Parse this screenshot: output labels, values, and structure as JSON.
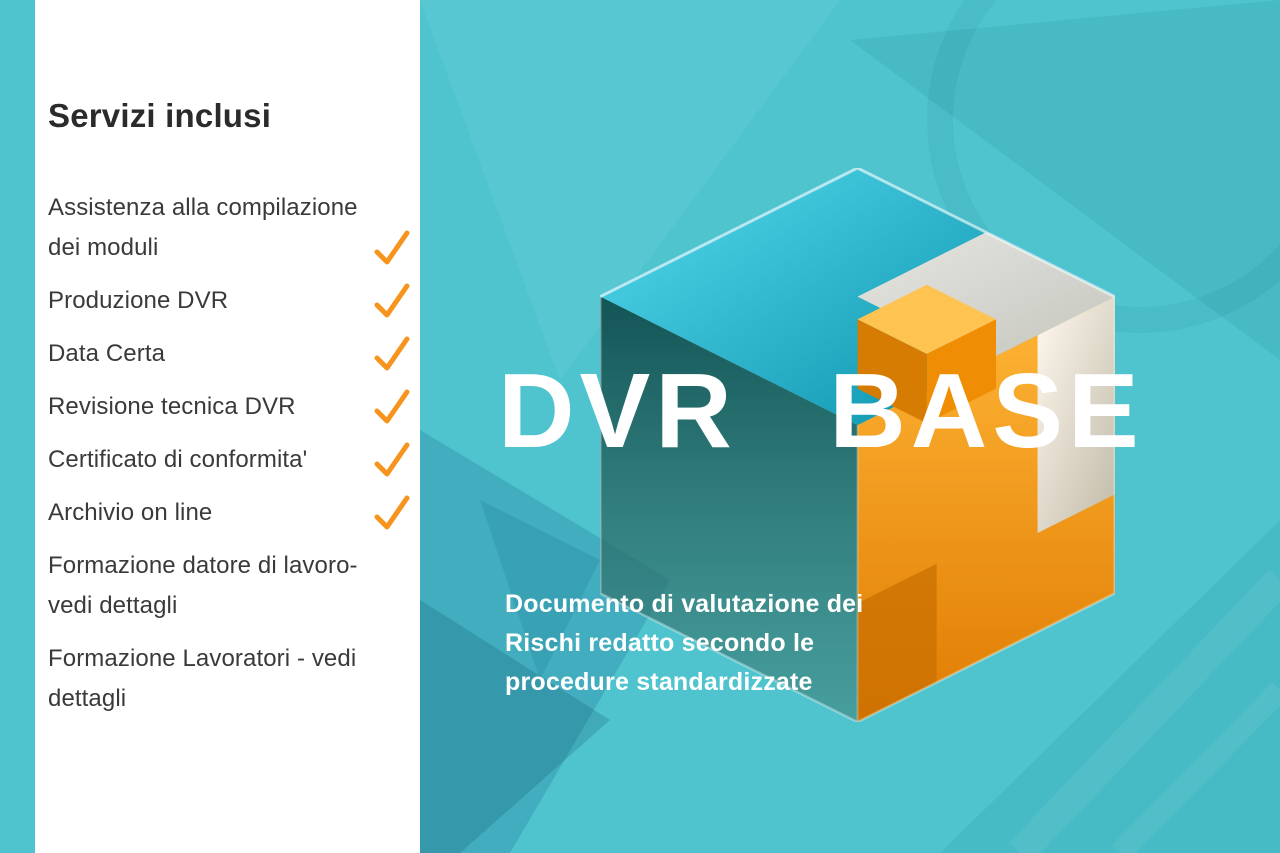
{
  "theme": {
    "teal": "#4fc4cf",
    "orange": "#f7941e",
    "text_dark": "#333333",
    "white": "#ffffff"
  },
  "icons": {
    "check": "✓"
  },
  "sidebar": {
    "title": "Servizi inclusi",
    "items": [
      {
        "label": "Assistenza alla compilazione dei moduli",
        "checked": true
      },
      {
        "label": "Produzione DVR",
        "checked": true
      },
      {
        "label": "Data Certa",
        "checked": true
      },
      {
        "label": "Revisione tecnica DVR",
        "checked": true
      },
      {
        "label": "Certificato di conformita'",
        "checked": true
      },
      {
        "label": "Archivio on line",
        "checked": true
      },
      {
        "label": "Formazione datore di lavoro-vedi dettagli",
        "checked": false
      },
      {
        "label": "Formazione Lavoratori - vedi dettagli",
        "checked": false
      }
    ]
  },
  "main": {
    "title": "DVR BASE",
    "subtitle": "Documento di valutazione dei Rischi redatto secondo le procedure standardizzate"
  }
}
